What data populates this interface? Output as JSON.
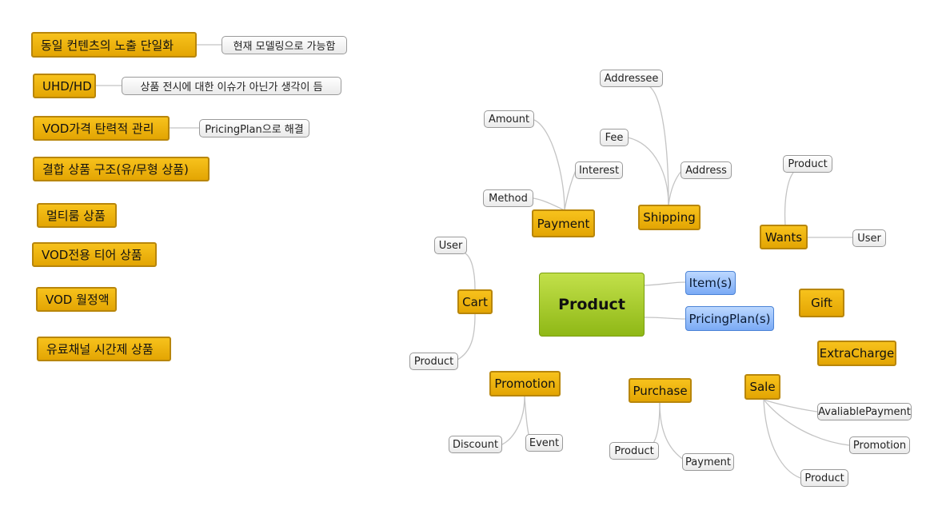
{
  "left_topics": [
    {
      "label": "동일 컨텐츠의 노출 단일화",
      "note": "현재 모델링으로 가능함"
    },
    {
      "label": "UHD/HD",
      "note": "상품 전시에 대한 이슈가 아닌가 생각이 듬"
    },
    {
      "label": "VOD가격 탄력적 관리",
      "note": "PricingPlan으로 해결"
    },
    {
      "label": "결합 상품 구조(유/무형 상품)"
    },
    {
      "label": "멀티룸 상품"
    },
    {
      "label": "VOD전용 티어 상품"
    },
    {
      "label": "VOD 월정액"
    },
    {
      "label": "유료채널 시간제 상품"
    }
  ],
  "center": "Product",
  "center_children": [
    "Item(s)",
    "PricingPlan(s)"
  ],
  "payment": {
    "label": "Payment",
    "children": [
      "Amount",
      "Interest",
      "Method"
    ]
  },
  "shipping": {
    "label": "Shipping",
    "children": [
      "Addressee",
      "Fee",
      "Address"
    ]
  },
  "wants": {
    "label": "Wants",
    "children": [
      "Product",
      "User"
    ]
  },
  "cart": {
    "label": "Cart",
    "children": [
      "User",
      "Product"
    ]
  },
  "gift": "Gift",
  "extracharge": "ExtraCharge",
  "promotion": {
    "label": "Promotion",
    "children": [
      "Discount",
      "Event"
    ]
  },
  "purchase": {
    "label": "Purchase",
    "children": [
      "Product",
      "Payment"
    ]
  },
  "sale": {
    "label": "Sale",
    "children": [
      "AvaliablePayment",
      "Promotion",
      "Product"
    ]
  }
}
